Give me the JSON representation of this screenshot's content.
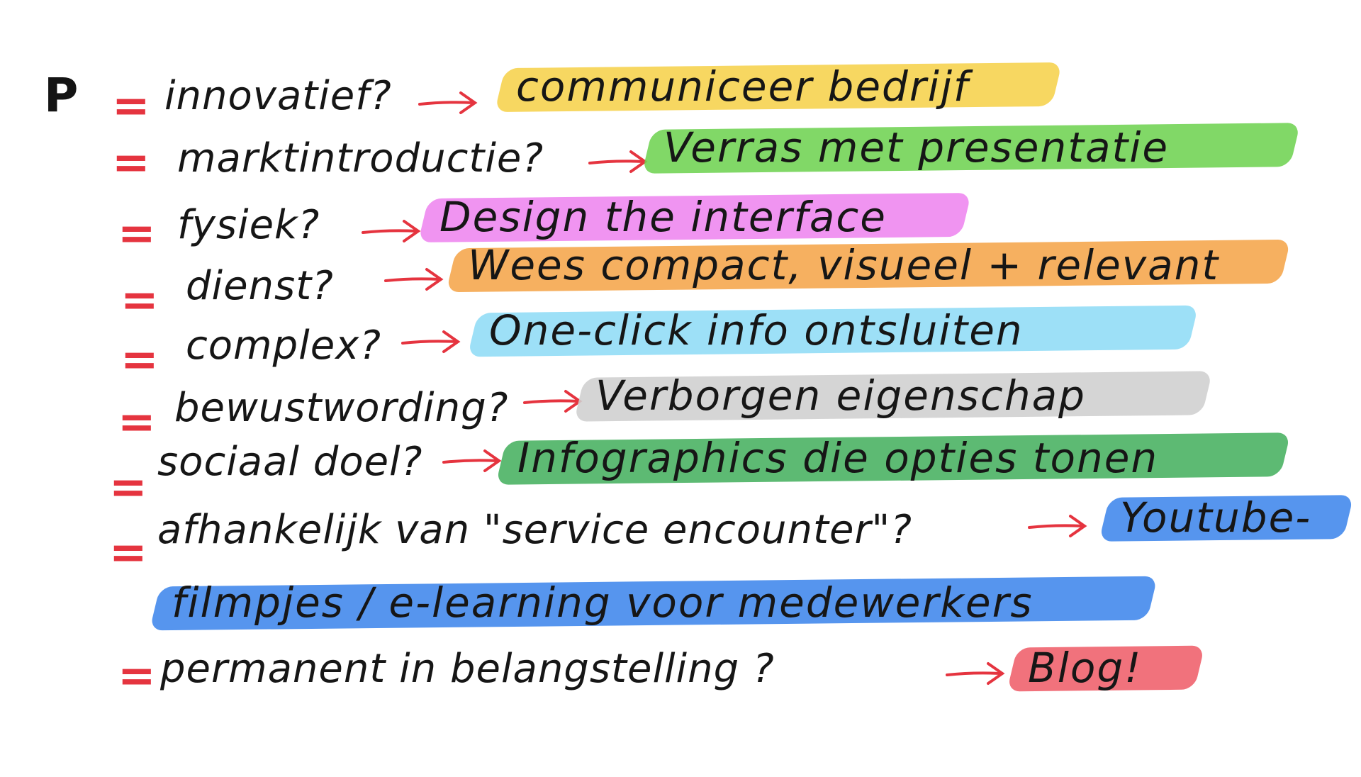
{
  "colors": {
    "ink": "#141414",
    "red": "#e5343f",
    "yellow": "#f6d24b",
    "green": "#6fd352",
    "magenta": "#ee85ef",
    "orange": "#f5a54a",
    "cyan": "#8fdcf6",
    "gray": "#cfcfcf",
    "darkgreen": "#47b060",
    "blue": "#3f86ec",
    "pink": "#ef5e6a"
  },
  "prefix": "P",
  "rows": [
    {
      "question": "innovatief?",
      "answer": "communiceer bedrijf",
      "color": "yellow"
    },
    {
      "question": "marktintroductie?",
      "answer": "Verras met presentatie",
      "color": "green"
    },
    {
      "question": "fysiek?",
      "answer": "Design the interface",
      "color": "magenta"
    },
    {
      "question": "dienst?",
      "answer": "Wees compact, visueel + relevant",
      "color": "orange"
    },
    {
      "question": "complex?",
      "answer": "One-click info ontsluiten",
      "color": "cyan"
    },
    {
      "question": "bewustwording?",
      "answer": "Verborgen eigenschap",
      "color": "gray"
    },
    {
      "question": "sociaal doel?",
      "answer": "Infographics die opties tonen",
      "color": "darkgreen"
    },
    {
      "question": "afhankelijk van \"service encounter\"?",
      "answer": "Youtube-",
      "color": "blue"
    },
    {
      "question": "",
      "answer": "filmpjes / e-learning voor medewerkers",
      "color": "blue"
    },
    {
      "question": "permanent in belangstelling ?",
      "answer": "Blog!",
      "color": "pink"
    }
  ]
}
